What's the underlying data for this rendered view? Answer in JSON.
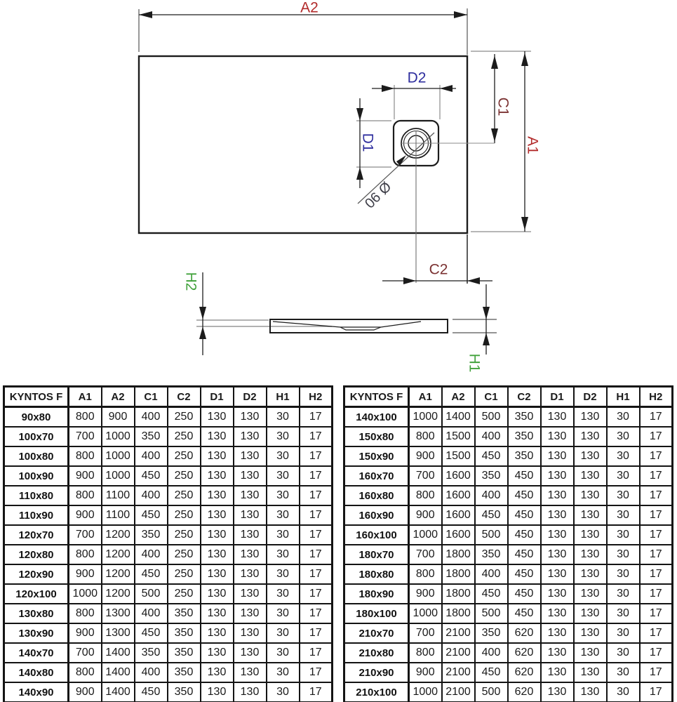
{
  "diagram": {
    "labels": {
      "a2": "A2",
      "a1": "A1",
      "c1": "C1",
      "c2": "C2",
      "d1": "D1",
      "d2": "D2",
      "h1": "H1",
      "h2": "H2",
      "drain_diameter": "Ø 90"
    },
    "colors": {
      "a_labels": "#b22a2a",
      "c_labels": "#7b3232",
      "d_labels": "#2e2e9e",
      "h_labels": "#42a23c",
      "drain_label": "#3d3d47",
      "drawing_lines": "#1c1c1c",
      "extension_lines": "#8b8b8b"
    }
  },
  "tables": {
    "columns": [
      {
        "label": "KYNTOS F",
        "color": "#111111"
      },
      {
        "label": "A1",
        "color": "#e02222"
      },
      {
        "label": "A2",
        "color": "#e02222"
      },
      {
        "label": "C1",
        "color": "#5a2d2d"
      },
      {
        "label": "C2",
        "color": "#5a2d2d"
      },
      {
        "label": "D1",
        "color": "#2e2e9e"
      },
      {
        "label": "D2",
        "color": "#2e2e9e"
      },
      {
        "label": "H1",
        "color": "#3da23d"
      },
      {
        "label": "H2",
        "color": "#3da23d"
      }
    ],
    "left_rows": [
      {
        "size": "90x80",
        "values": [
          800,
          900,
          400,
          250,
          130,
          130,
          30,
          17
        ]
      },
      {
        "size": "100x70",
        "values": [
          700,
          1000,
          350,
          250,
          130,
          130,
          30,
          17
        ]
      },
      {
        "size": "100x80",
        "values": [
          800,
          1000,
          400,
          250,
          130,
          130,
          30,
          17
        ]
      },
      {
        "size": "100x90",
        "values": [
          900,
          1000,
          450,
          250,
          130,
          130,
          30,
          17
        ]
      },
      {
        "size": "110x80",
        "values": [
          800,
          1100,
          400,
          250,
          130,
          130,
          30,
          17
        ]
      },
      {
        "size": "110x90",
        "values": [
          900,
          1100,
          450,
          250,
          130,
          130,
          30,
          17
        ]
      },
      {
        "size": "120x70",
        "values": [
          700,
          1200,
          350,
          250,
          130,
          130,
          30,
          17
        ]
      },
      {
        "size": "120x80",
        "values": [
          800,
          1200,
          400,
          250,
          130,
          130,
          30,
          17
        ]
      },
      {
        "size": "120x90",
        "values": [
          900,
          1200,
          450,
          250,
          130,
          130,
          30,
          17
        ]
      },
      {
        "size": "120x100",
        "values": [
          1000,
          1200,
          500,
          250,
          130,
          130,
          30,
          17
        ]
      },
      {
        "size": "130x80",
        "values": [
          800,
          1300,
          400,
          350,
          130,
          130,
          30,
          17
        ]
      },
      {
        "size": "130x90",
        "values": [
          900,
          1300,
          450,
          350,
          130,
          130,
          30,
          17
        ]
      },
      {
        "size": "140x70",
        "values": [
          700,
          1400,
          350,
          350,
          130,
          130,
          30,
          17
        ]
      },
      {
        "size": "140x80",
        "values": [
          800,
          1400,
          400,
          350,
          130,
          130,
          30,
          17
        ]
      },
      {
        "size": "140x90",
        "values": [
          900,
          1400,
          450,
          350,
          130,
          130,
          30,
          17
        ]
      }
    ],
    "right_rows": [
      {
        "size": "140x100",
        "values": [
          1000,
          1400,
          500,
          350,
          130,
          130,
          30,
          17
        ]
      },
      {
        "size": "150x80",
        "values": [
          800,
          1500,
          400,
          350,
          130,
          130,
          30,
          17
        ]
      },
      {
        "size": "150x90",
        "values": [
          900,
          1500,
          450,
          350,
          130,
          130,
          30,
          17
        ]
      },
      {
        "size": "160x70",
        "values": [
          700,
          1600,
          350,
          450,
          130,
          130,
          30,
          17
        ]
      },
      {
        "size": "160x80",
        "values": [
          800,
          1600,
          400,
          450,
          130,
          130,
          30,
          17
        ]
      },
      {
        "size": "160x90",
        "values": [
          900,
          1600,
          450,
          450,
          130,
          130,
          30,
          17
        ]
      },
      {
        "size": "160x100",
        "values": [
          1000,
          1600,
          500,
          450,
          130,
          130,
          30,
          17
        ]
      },
      {
        "size": "180x70",
        "values": [
          700,
          1800,
          350,
          450,
          130,
          130,
          30,
          17
        ]
      },
      {
        "size": "180x80",
        "values": [
          800,
          1800,
          400,
          450,
          130,
          130,
          30,
          17
        ]
      },
      {
        "size": "180x90",
        "values": [
          900,
          1800,
          450,
          450,
          130,
          130,
          30,
          17
        ]
      },
      {
        "size": "180x100",
        "values": [
          1000,
          1800,
          500,
          450,
          130,
          130,
          30,
          17
        ]
      },
      {
        "size": "210x70",
        "values": [
          700,
          2100,
          350,
          620,
          130,
          130,
          30,
          17
        ]
      },
      {
        "size": "210x80",
        "values": [
          800,
          2100,
          400,
          620,
          130,
          130,
          30,
          17
        ]
      },
      {
        "size": "210x90",
        "values": [
          900,
          2100,
          450,
          620,
          130,
          130,
          30,
          17
        ]
      },
      {
        "size": "210x100",
        "values": [
          1000,
          2100,
          500,
          620,
          130,
          130,
          30,
          17
        ]
      }
    ]
  }
}
